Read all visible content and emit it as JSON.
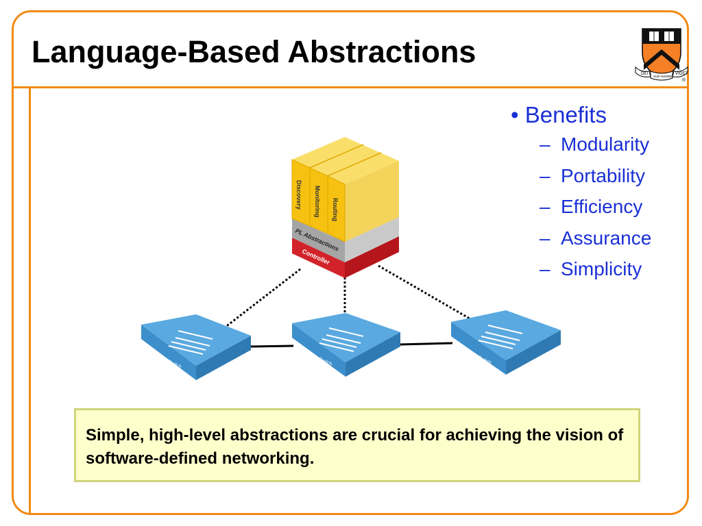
{
  "slide": {
    "title": "Language-Based Abstractions"
  },
  "logo": {
    "motto_left": "DEI",
    "motto_middle": "SUB NUMINE",
    "motto_right": "VIGET",
    "registered_mark": "®"
  },
  "bullets": {
    "main": "Benefits",
    "items": [
      "Modularity",
      "Portability",
      "Efficiency",
      "Assurance",
      "Simplicity"
    ]
  },
  "diagram": {
    "apps": [
      "Discovery",
      "Monitoring",
      "Routing"
    ],
    "abstraction_layer": "PL Abstractions",
    "controller_layer": "Controller",
    "switches": [
      "OpenFlow Switch",
      "OpenFlow Switch",
      "OpenFlow Switch"
    ],
    "colors": {
      "app_face": "#f6c110",
      "app_side": "#f3d35a",
      "app_top": "#f9df6a",
      "abstraction": "#a5a5a5",
      "controller": "#d2232a",
      "switch_top": "#5aa9e0",
      "switch_side": "#3d8fcb"
    }
  },
  "callout": {
    "text": "Simple, high-level abstractions are crucial for achieving the vision of software-defined networking."
  },
  "theme": {
    "frame_color": "#f08a14",
    "bullet_color": "#1a2fd6",
    "callout_bg": "#ffffcc"
  }
}
